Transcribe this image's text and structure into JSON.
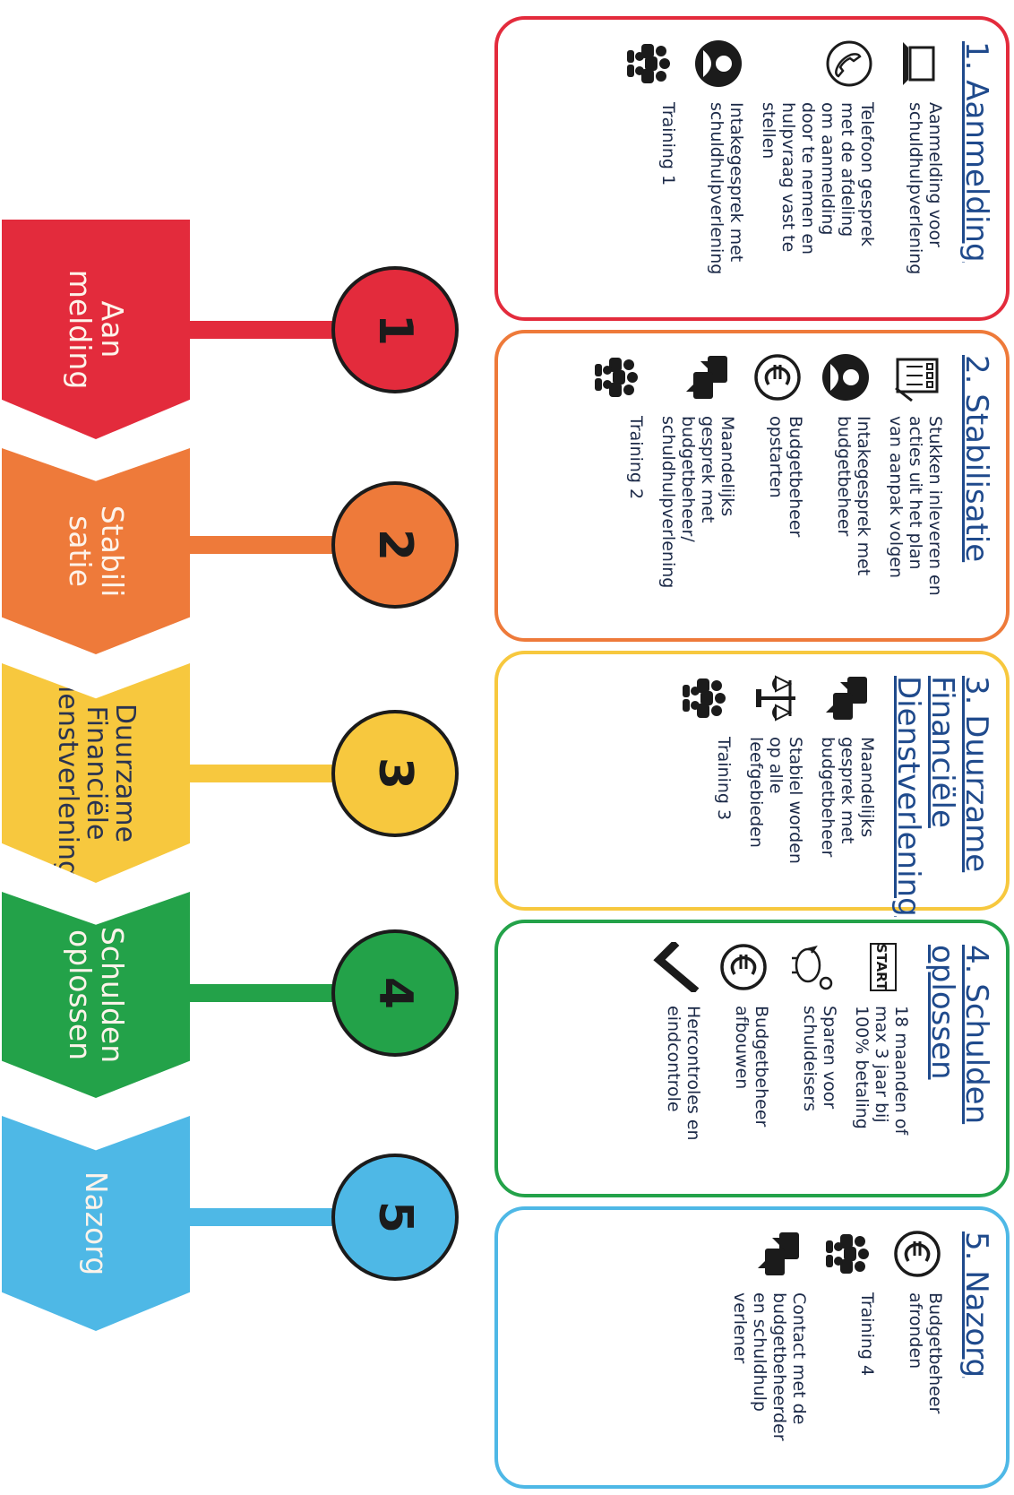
{
  "colors": {
    "phase1": "#e32b3c",
    "phase2": "#ee7a3a",
    "phase3": "#f7c83e",
    "phase4": "#23a249",
    "phase5": "#4eb8e6"
  },
  "phases": [
    {
      "number": "1",
      "chevron": "Aan\nmelding",
      "title": "1. Aanmelding",
      "items": [
        {
          "icon": "laptop-icon",
          "text": "Aanmelding voor\nschuldhulpverlening"
        },
        {
          "icon": "phone-icon",
          "text": "Telefoon gesprek\nmet de afdeling\nom aanmelding\ndoor te nemen en\nhulpvraag vast te\nstellen"
        },
        {
          "icon": "person-icon",
          "text": "Intakegesprek met\nschuldhulpverlening"
        },
        {
          "icon": "group-icon",
          "text": "Training 1"
        }
      ]
    },
    {
      "number": "2",
      "chevron": "Stabili\nsatie",
      "title": "2. Stabilisatie",
      "items": [
        {
          "icon": "checklist-icon",
          "text": "Stukken inleveren en\nacties uit het plan\nvan aanpak volgen"
        },
        {
          "icon": "person-icon",
          "text": "Intakegesprek met\nbudgetbeheer"
        },
        {
          "icon": "euro-icon",
          "text": "Budgetbeheer\nopstarten"
        },
        {
          "icon": "chat-icon",
          "text": "Maandelijks\ngesprek met\nbudgetbeheer/\nschuldhulpverlening"
        },
        {
          "icon": "group-icon",
          "text": "Training  2"
        }
      ]
    },
    {
      "number": "3",
      "chevron": "Duurzame\nFinanciële\ndienstverlening",
      "title": "3. Duurzame\nFinanciële\nDienstverlening",
      "items": [
        {
          "icon": "chat-icon",
          "text": "Maandelijks\ngesprek met\nbudgetbeheer"
        },
        {
          "icon": "scale-icon",
          "text": "Stabiel worden\nop alle\nleefgebieden"
        },
        {
          "icon": "group-icon",
          "text": "Training 3"
        }
      ]
    },
    {
      "number": "4",
      "chevron": "Schulden\noplossen",
      "title": "4. Schulden\noplossen",
      "items": [
        {
          "icon": "start-icon",
          "icon_label": "START",
          "text": "18 maanden of\nmax 3 jaar bij\n100% betaling"
        },
        {
          "icon": "piggy-bank-icon",
          "text": "Sparen voor\nschuldeisers"
        },
        {
          "icon": "euro-icon",
          "text": "Budgetbeheer\nafbouwen"
        },
        {
          "icon": "checkmark-icon",
          "text": "Hercontroles en\neindcontrole"
        }
      ]
    },
    {
      "number": "5",
      "chevron": "Nazorg",
      "title": "5. Nazorg",
      "items": [
        {
          "icon": "euro-icon",
          "text": "Budgetbeheer\nafronden"
        },
        {
          "icon": "group-icon",
          "text": "Training 4"
        },
        {
          "icon": "chat-icon",
          "text": "Contact met de\nbudgetbeheerder\nen schuldhulp\nverlener"
        }
      ]
    }
  ]
}
